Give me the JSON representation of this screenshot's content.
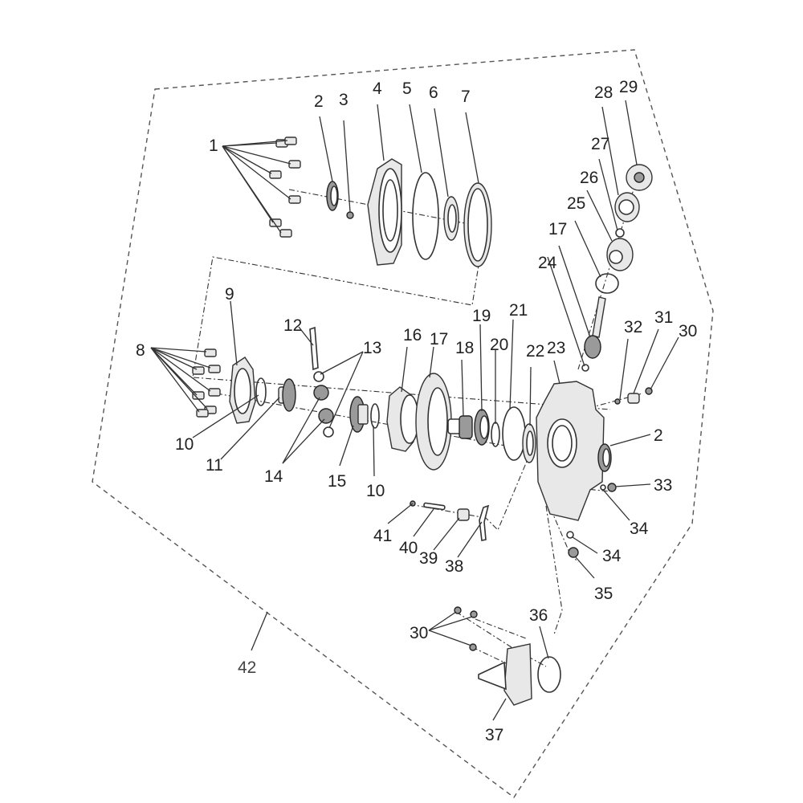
{
  "diagram": {
    "title": "",
    "assembly_label": "42",
    "callouts": [
      {
        "id": "c1",
        "text": "1"
      },
      {
        "id": "c2a",
        "text": "2"
      },
      {
        "id": "c3",
        "text": "3"
      },
      {
        "id": "c4",
        "text": "4"
      },
      {
        "id": "c5",
        "text": "5"
      },
      {
        "id": "c6",
        "text": "6"
      },
      {
        "id": "c7",
        "text": "7"
      },
      {
        "id": "c8",
        "text": "8"
      },
      {
        "id": "c9",
        "text": "9"
      },
      {
        "id": "c10a",
        "text": "10"
      },
      {
        "id": "c11",
        "text": "11"
      },
      {
        "id": "c12",
        "text": "12"
      },
      {
        "id": "c13",
        "text": "13"
      },
      {
        "id": "c14",
        "text": "14"
      },
      {
        "id": "c15",
        "text": "15"
      },
      {
        "id": "c10b",
        "text": "10"
      },
      {
        "id": "c16",
        "text": "16"
      },
      {
        "id": "c17a",
        "text": "17"
      },
      {
        "id": "c18",
        "text": "18"
      },
      {
        "id": "c19",
        "text": "19"
      },
      {
        "id": "c20",
        "text": "20"
      },
      {
        "id": "c21",
        "text": "21"
      },
      {
        "id": "c22",
        "text": "22"
      },
      {
        "id": "c23",
        "text": "23"
      },
      {
        "id": "c24",
        "text": "24"
      },
      {
        "id": "c17b",
        "text": "17"
      },
      {
        "id": "c25",
        "text": "25"
      },
      {
        "id": "c26",
        "text": "26"
      },
      {
        "id": "c27",
        "text": "27"
      },
      {
        "id": "c28",
        "text": "28"
      },
      {
        "id": "c29",
        "text": "29"
      },
      {
        "id": "c32",
        "text": "32"
      },
      {
        "id": "c31",
        "text": "31"
      },
      {
        "id": "c30a",
        "text": "30"
      },
      {
        "id": "c2b",
        "text": "2"
      },
      {
        "id": "c33",
        "text": "33"
      },
      {
        "id": "c34a",
        "text": "34"
      },
      {
        "id": "c34b",
        "text": "34"
      },
      {
        "id": "c35",
        "text": "35"
      },
      {
        "id": "c41",
        "text": "41"
      },
      {
        "id": "c40",
        "text": "40"
      },
      {
        "id": "c39",
        "text": "39"
      },
      {
        "id": "c38",
        "text": "38"
      },
      {
        "id": "c30b",
        "text": "30"
      },
      {
        "id": "c36",
        "text": "36"
      },
      {
        "id": "c37",
        "text": "37"
      },
      {
        "id": "c42",
        "text": "42"
      }
    ]
  }
}
